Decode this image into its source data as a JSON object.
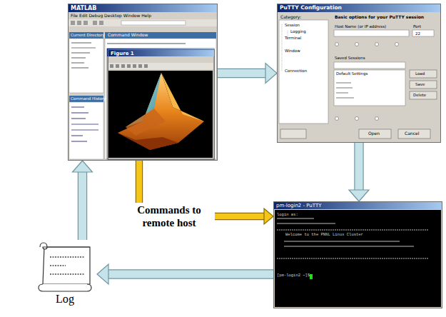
{
  "diagram": {
    "nodes": [
      {
        "text": [
          "MATLAB",
          "File Edit Debug Desktop Window Help",
          "Current Directory",
          "Command Window",
          "Command History"
        ]
      },
      {
        "text": [
          "Figure 1"
        ],
        "in": 0
      },
      {
        "text": [
          "PuTTY Configuration",
          "Category:",
          "Session",
          "Logging",
          "Terminal",
          "Window",
          "Connection",
          "Basic options for your PuTTY session",
          "Host Name (or IP address)",
          "Port",
          "22",
          "Saved Sessions",
          "Default Settings",
          "Load",
          "Save",
          "Delete",
          "Open",
          "Cancel"
        ]
      },
      {
        "text": [
          "pm-login2 - PuTTY",
          "login as:",
          "Welcome to the PNNL Linux Cluster",
          "[pm-login2 ~]$"
        ]
      },
      {
        "text": [
          "Log"
        ]
      }
    ],
    "edges": [
      {
        "from": 0,
        "to": 2,
        "arrow": "to"
      },
      {
        "from": 2,
        "to": 3,
        "arrow": "to"
      },
      {
        "from": 3,
        "to": 4,
        "arrow": "to"
      },
      {
        "from": 4,
        "to": 0,
        "arrow": "to"
      },
      {
        "from": 0,
        "to": 3,
        "label": "Commands to remote host",
        "arrow": "to"
      }
    ]
  }
}
